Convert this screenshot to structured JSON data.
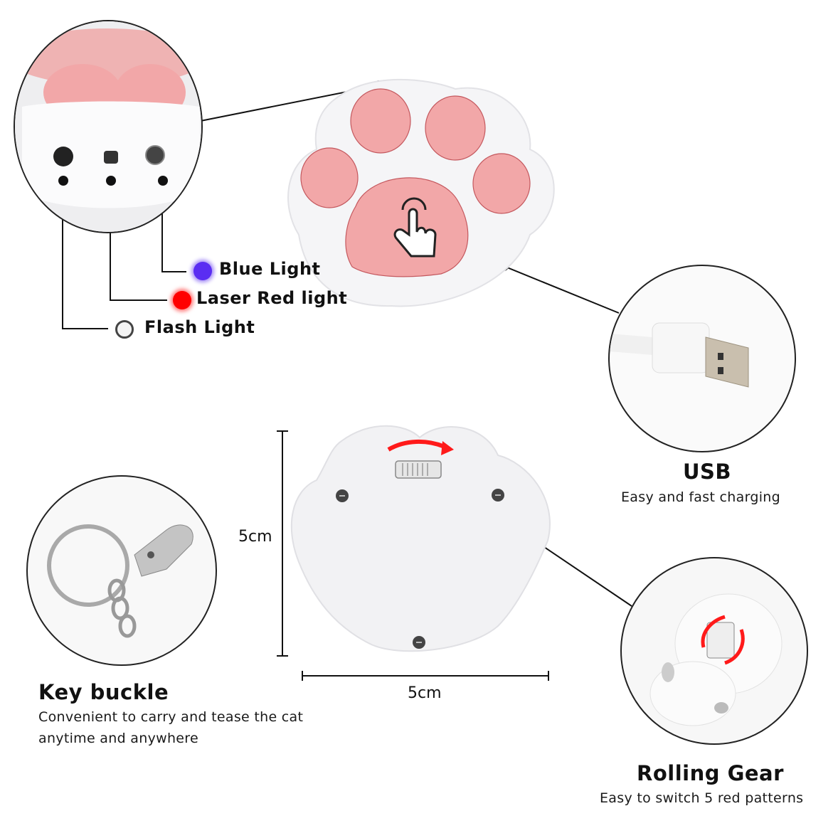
{
  "callouts": {
    "front_lights": [
      {
        "label": "Blue Light",
        "indicator_color": "#5a2df2",
        "indicator_glow": "#a48cf6"
      },
      {
        "label": "Laser Red light",
        "indicator_color": "#ff0000",
        "indicator_glow": "#ff7a7a"
      },
      {
        "label": "Flash Light",
        "indicator_color": "#f2f2f2",
        "indicator_glow": "#555555"
      }
    ]
  },
  "features": {
    "usb": {
      "title": "USB",
      "description": "Easy and fast charging"
    },
    "key_buckle": {
      "title": "Key buckle",
      "description_line1": "Convenient to carry and tease the cat",
      "description_line2": "anytime and anywhere"
    },
    "rolling_gear": {
      "title": "Rolling Gear",
      "description": "Easy to switch 5 red patterns"
    }
  },
  "dimensions": {
    "height": "5cm",
    "width": "5cm"
  },
  "colors": {
    "pad_pink": "#f2a7a8",
    "body_white": "#f4f4f6",
    "arrow_red": "#ff1a1a",
    "line": "#111111"
  }
}
